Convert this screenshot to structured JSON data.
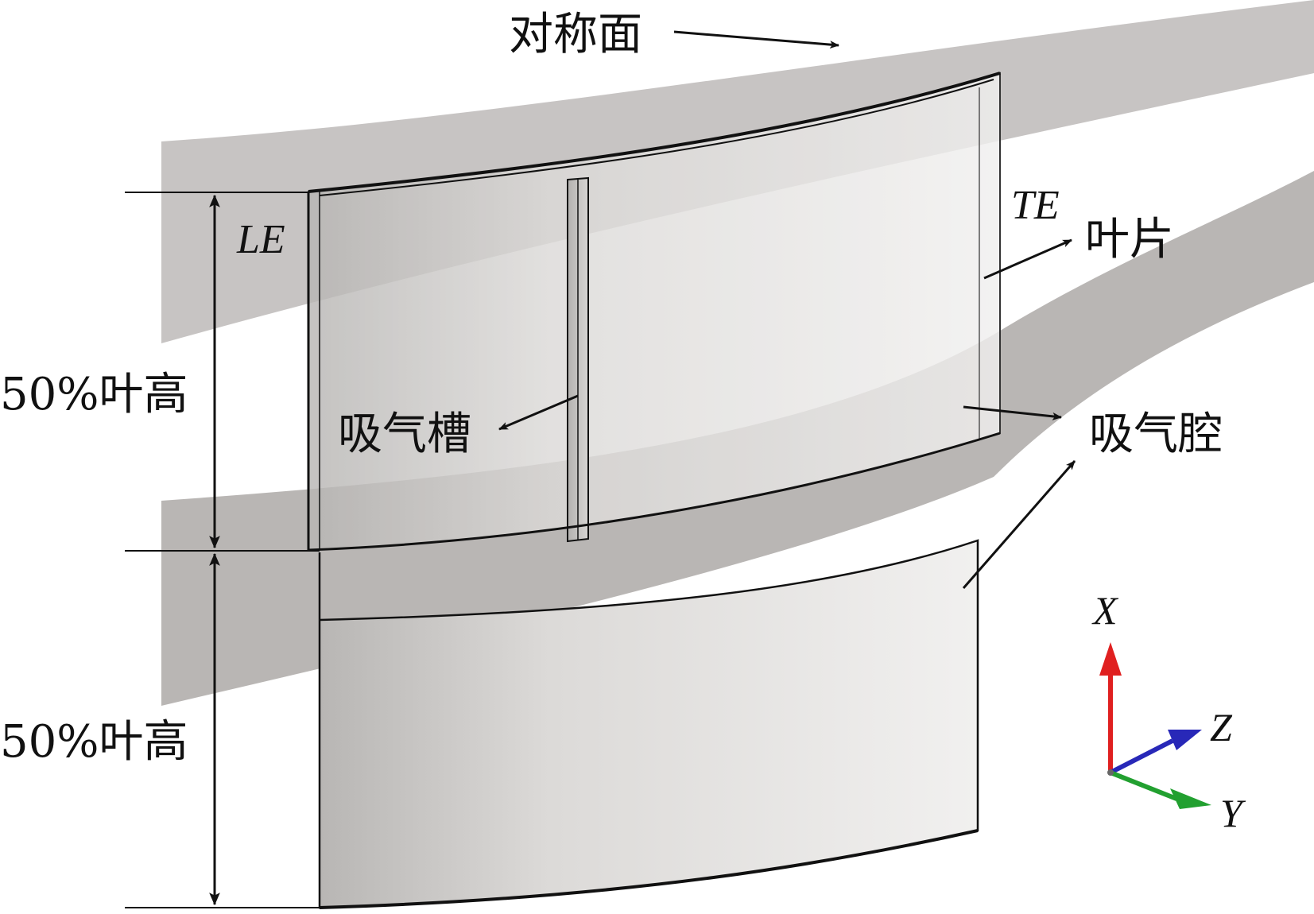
{
  "labels": {
    "symmetry_plane": "对称面",
    "blade": "叶片",
    "suction_slot": "吸气槽",
    "suction_cavity": "吸气腔",
    "leading_edge": "LE",
    "trailing_edge": "TE",
    "upper_half_height": "50%叶高",
    "lower_half_height": "50%叶高"
  },
  "axes": {
    "x": "X",
    "y": "Y",
    "z": "Z"
  },
  "colors": {
    "band_fill": "#b9b6b4",
    "blade_fill": "#e6e4e2",
    "axis_x": "#e02020",
    "axis_y": "#22a030",
    "axis_z": "#2828b8",
    "line": "#111111"
  }
}
